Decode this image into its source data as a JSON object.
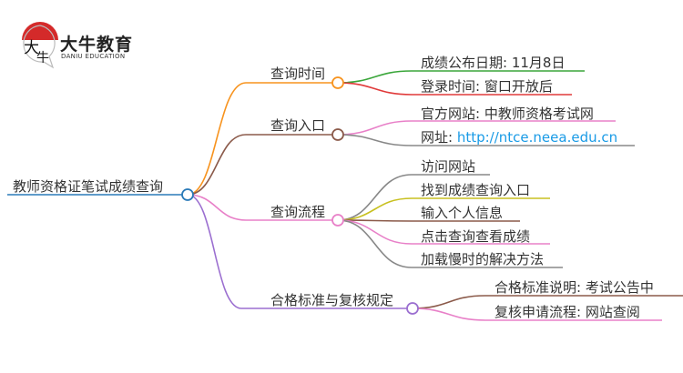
{
  "logo": {
    "name_cn": "大牛教育",
    "name_en": "DANIU EDUCATION",
    "mark_text": "大牛"
  },
  "root": {
    "label": "教师资格证笔试成绩查询",
    "color": "#2a7ab8"
  },
  "branches": [
    {
      "label": "查询时间",
      "color": "#f7931e",
      "children": [
        {
          "label": "成绩公布日期: 11月8日",
          "color": "#3aa63a"
        },
        {
          "label": "登录时间: 窗口开放后",
          "color": "#e03a3a"
        }
      ]
    },
    {
      "label": "查询入口",
      "color": "#8b5a4a",
      "children": [
        {
          "label": "官方网站: 中教师资格考试网",
          "color": "#e880c8"
        },
        {
          "label_prefix": "网址: ",
          "label": "http://ntce.neea.edu.cn",
          "color": "#888888",
          "link_color": "#1a9be6"
        }
      ]
    },
    {
      "label": "查询流程",
      "color": "#e880c8",
      "children": [
        {
          "label": "访问网站",
          "color": "#888888"
        },
        {
          "label": "找到成绩查询入口",
          "color": "#c8c020"
        },
        {
          "label": "输入个人信息",
          "color": "#8b5a4a"
        },
        {
          "label": "点击查询查看成绩",
          "color": "#e880c8"
        },
        {
          "label": "加载慢时的解决方法",
          "color": "#888888"
        }
      ]
    },
    {
      "label": "合格标准与复核规定",
      "color": "#9b6fd0",
      "children": [
        {
          "label": "合格标准说明: 考试公告中",
          "color": "#8b5a4a"
        },
        {
          "label": "复核申请流程: 网站查阅",
          "color": "#e880c8"
        }
      ]
    }
  ]
}
